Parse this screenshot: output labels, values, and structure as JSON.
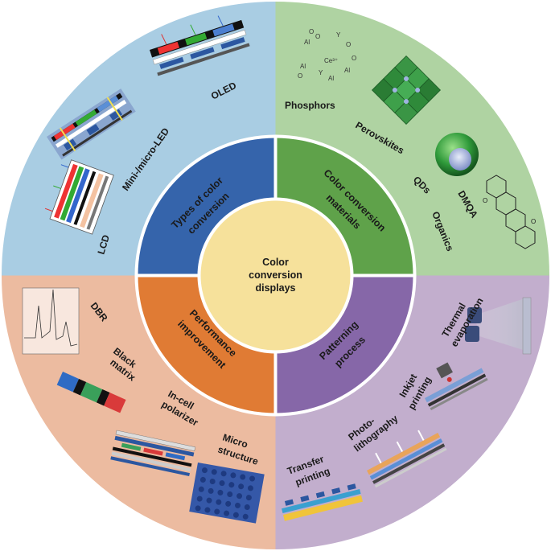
{
  "center": {
    "line1": "Color",
    "line2": "conversion",
    "line3": "displays"
  },
  "ring": {
    "types": {
      "line1": "Types of color",
      "line2": "conversion"
    },
    "materials": {
      "line1": "Color conversion",
      "line2": "materials"
    },
    "patterning": {
      "line1": "Patterning",
      "line2": "process"
    },
    "performance": {
      "line1": "Performance",
      "line2": "improvement"
    }
  },
  "types": {
    "lcd": "LCD",
    "mini": "Mini-/micro-LED",
    "oled": "OLED"
  },
  "materials": {
    "phosphors": "Phosphors",
    "perovskites": "Perovskites",
    "qds": "QDs",
    "organics": "Organics",
    "dmqa": "DMQA"
  },
  "chem": {
    "ce": "Ce³⁺",
    "al": "Al",
    "o": "O",
    "y": "Y",
    "oxy": "O"
  },
  "patterning": {
    "thermal": {
      "line1": "Thermal",
      "line2": "evaporation"
    },
    "inkjet": {
      "line1": "Inkjet",
      "line2": "printing"
    },
    "photo": {
      "line1": "Photo-",
      "line2": "lithography"
    },
    "transfer": {
      "line1": "Transfer",
      "line2": "printing"
    }
  },
  "performance": {
    "dbr": "DBR",
    "black": {
      "line1": "Black",
      "line2": "matrix"
    },
    "incell": {
      "line1": "In-cell",
      "line2": "polarizer"
    },
    "micro": {
      "line1": "Micro",
      "line2": "structure"
    }
  },
  "colors": {
    "q_types": "#a9cde3",
    "q_materials": "#afd3a2",
    "q_patterning": "#c2aecd",
    "q_performance": "#ecbba0",
    "r_types": "#3564ab",
    "r_materials": "#5fa24a",
    "r_patterning": "#8667a8",
    "r_performance": "#e07b34",
    "center": "#f6e19b"
  }
}
